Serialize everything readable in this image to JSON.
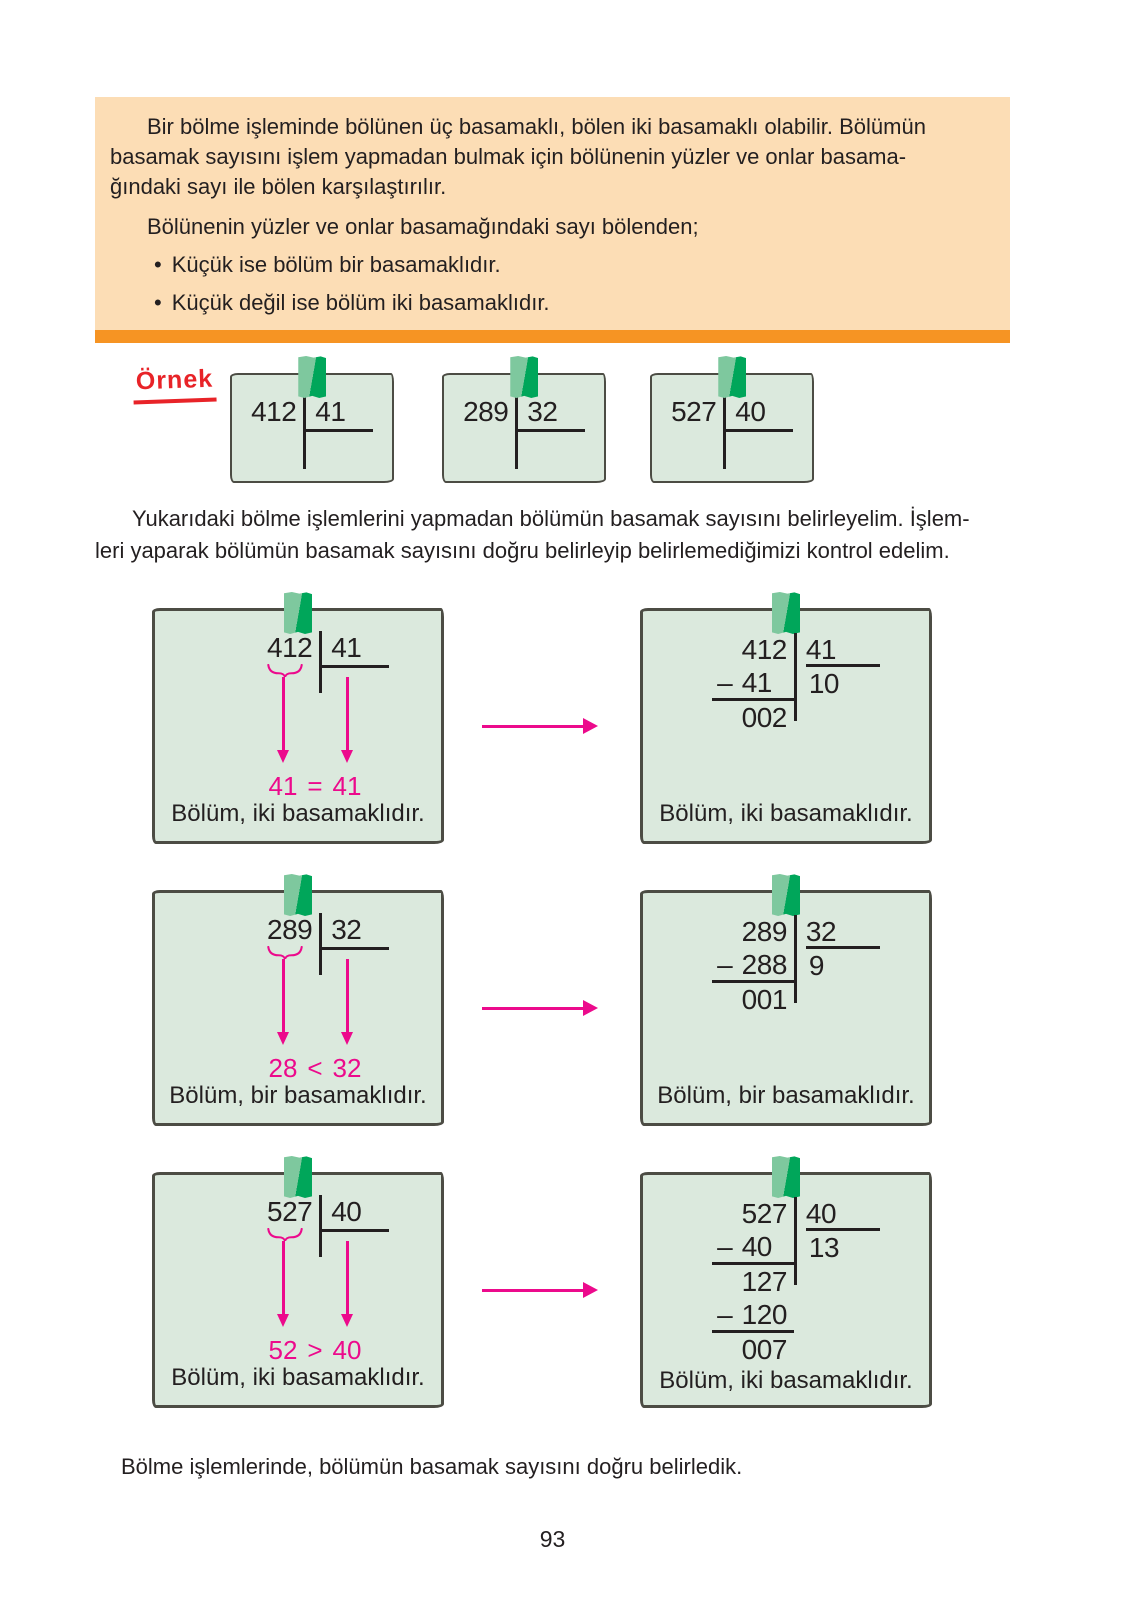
{
  "colors": {
    "info_bg": "#fcddb5",
    "info_bar": "#f69423",
    "card_bg": "#dbe9dd",
    "card_border": "#4c4c44",
    "tape_light": "#7ec89e",
    "tape_dark": "#00a65a",
    "pink": "#ec0a8c",
    "red": "#e82328",
    "ink": "#231f20"
  },
  "info_box": {
    "line1": "Bir bölme işleminde bölünen üç basamaklı, bölen iki basamaklı olabilir. Bölümün",
    "line2": "basamak sayısını işlem yapmadan bulmak için bölünenin yüzler ve onlar basama-",
    "line3": "ğındaki sayı ile bölen karşılaştırılır.",
    "paragraph2": "Bölünenin yüzler ve onlar basamağındaki sayı bölenden;",
    "bullet_marker": "•",
    "bullet1": "Küçük ise bölüm bir basamaklıdır.",
    "bullet2": "Küçük değil ise bölüm iki basamaklıdır."
  },
  "example": {
    "label": "Örnek",
    "cards": [
      {
        "dividend": "412",
        "divisor": "41"
      },
      {
        "dividend": "289",
        "divisor": "32"
      },
      {
        "dividend": "527",
        "divisor": "40"
      }
    ]
  },
  "intro": {
    "line1": "Yukarıdaki bölme işlemlerini yapmadan bölümün basamak sayısını belirleyelim. İşlem-",
    "line2": "leri yaparak bölümün basamak sayısını doğru belirleyip belirlemediğimizi kontrol edelim."
  },
  "minus_sign": "–",
  "rows": [
    {
      "estimate": {
        "dividend": "412",
        "divisor": "41",
        "compare_left": "41",
        "compare_op": "=",
        "compare_right": "41",
        "conclusion": "Bölüm, iki basamaklıdır."
      },
      "worked": {
        "dividend": "412",
        "divisor": "41",
        "quotient": "10",
        "subtract_1": "41",
        "remainder_1": "002",
        "conclusion": "Bölüm, iki basamaklıdır."
      }
    },
    {
      "estimate": {
        "dividend": "289",
        "divisor": "32",
        "compare_left": "28",
        "compare_op": "<",
        "compare_right": "32",
        "conclusion": "Bölüm, bir basamaklıdır."
      },
      "worked": {
        "dividend": "289",
        "divisor": "32",
        "quotient": "9",
        "subtract_1": "288",
        "remainder_1": "001",
        "conclusion": "Bölüm, bir basamaklıdır."
      }
    },
    {
      "estimate": {
        "dividend": "527",
        "divisor": "40",
        "compare_left": "52",
        "compare_op": ">",
        "compare_right": "40",
        "conclusion": "Bölüm, iki basamaklıdır."
      },
      "worked": {
        "dividend": "527",
        "divisor": "40",
        "quotient": "13",
        "subtract_1": "40",
        "remainder_1": "127",
        "subtract_2": "120",
        "remainder_2": "007",
        "conclusion": "Bölüm, iki basamaklıdır."
      }
    }
  ],
  "closing_text": "Bölme işlemlerinde, bölümün basamak sayısını doğru belirledik.",
  "page_number": "93"
}
